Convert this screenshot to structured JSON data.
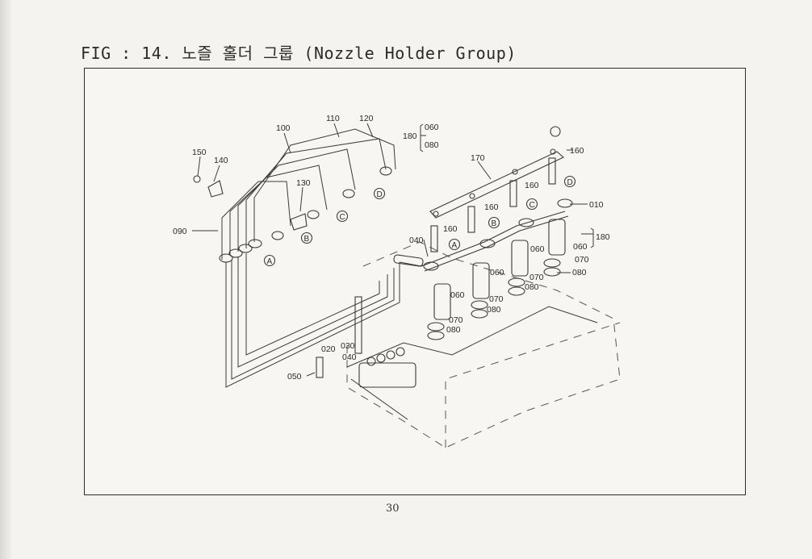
{
  "figure": {
    "title": "FIG : 14. 노즐 홀더 그룹 (Nozzle Holder Group)",
    "page_number": "30"
  },
  "callouts": {
    "p010": "010",
    "p020": "020",
    "p030": "030",
    "p040": "040",
    "p040b": "040",
    "p050": "050",
    "p060": "060",
    "p070": "070",
    "p080": "080",
    "p090": "090",
    "p100": "100",
    "p110": "110",
    "p120": "120",
    "p130": "130",
    "p140": "140",
    "p150": "150",
    "p160": "160",
    "p170": "170",
    "p180": "180",
    "set180_a": "060",
    "set180_b": "080"
  },
  "connectors": {
    "a": "A",
    "b": "B",
    "c": "C",
    "d": "D"
  }
}
